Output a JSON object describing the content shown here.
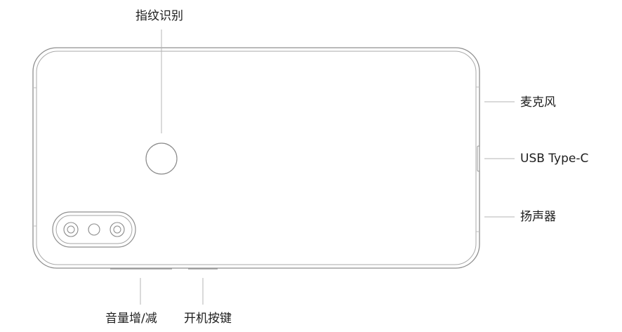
{
  "labels": {
    "fingerprint": "指纹识别",
    "microphone": "麦克风",
    "usb": "USB Type-C",
    "speaker": "扬声器",
    "volume": "音量增/减",
    "power": "开机按键"
  },
  "colors": {
    "outline": "#8a8a8a",
    "leader_line": "#b5b5b5",
    "text": "#1e1e1e",
    "background": "#ffffff"
  }
}
